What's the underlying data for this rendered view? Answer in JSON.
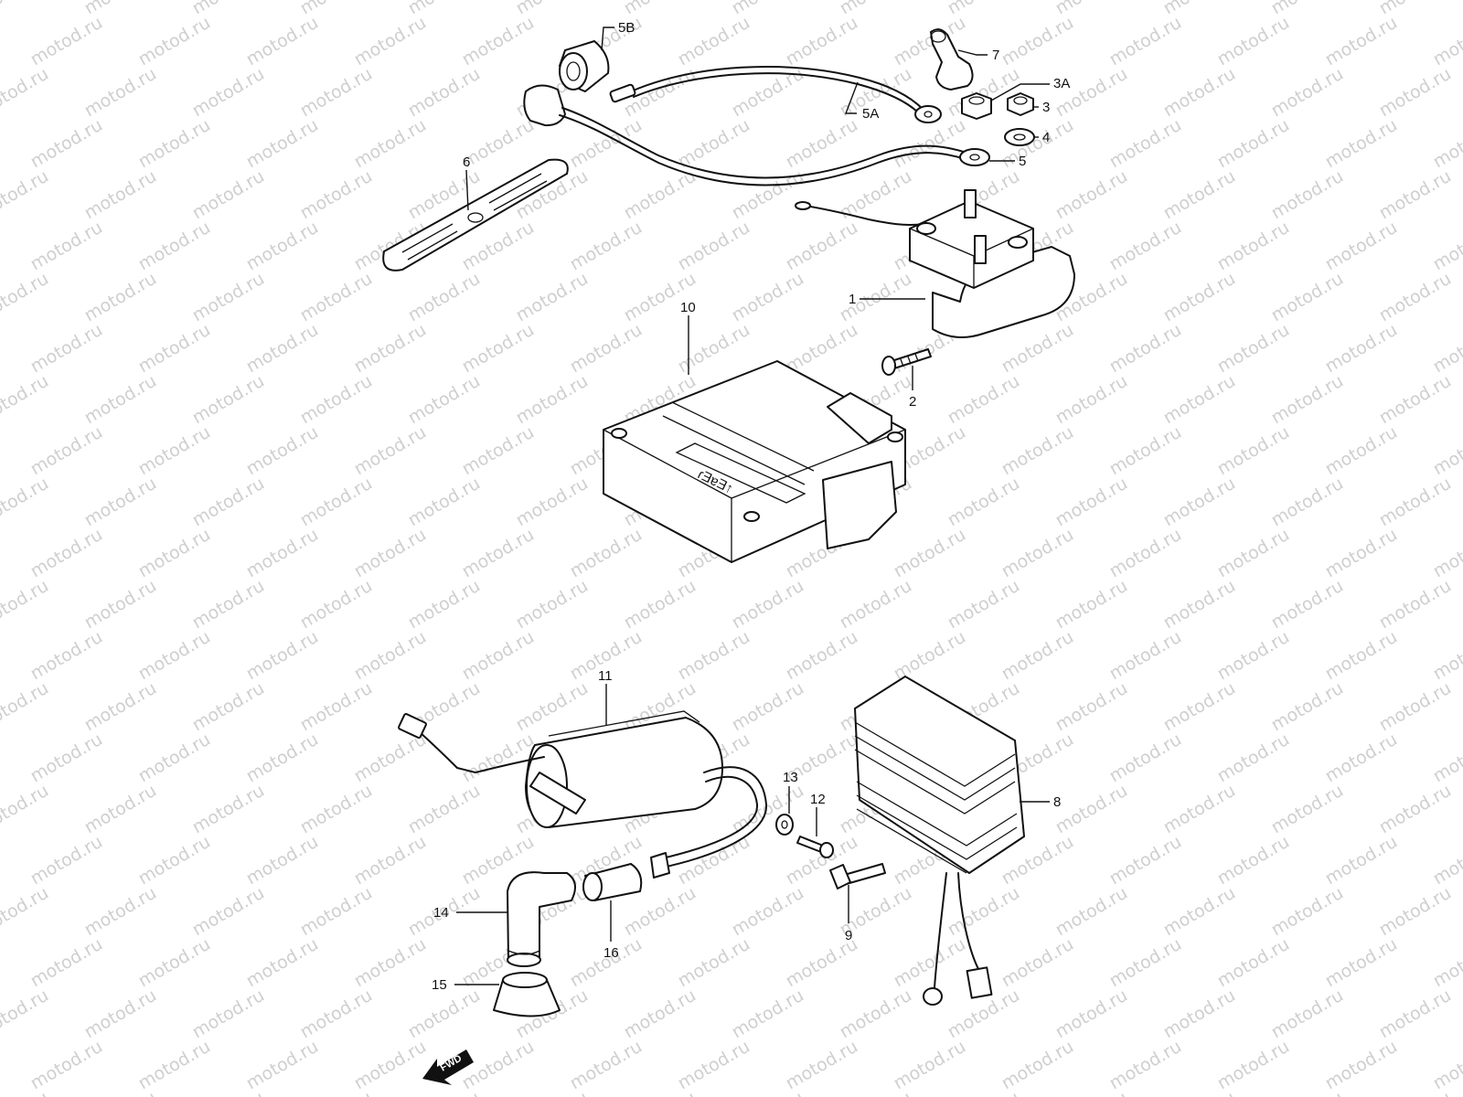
{
  "watermark": "motod.ru",
  "fwd_label": "FWD",
  "module_marking": "ɾƎɐƎ↑",
  "callouts": {
    "p1": "1",
    "p2": "2",
    "p3": "3",
    "p3a": "3A",
    "p4": "4",
    "p5": "5",
    "p5a": "5A",
    "p5b": "5B",
    "p6": "6",
    "p7": "7",
    "p8": "8",
    "p9": "9",
    "p10": "10",
    "p11": "11",
    "p12": "12",
    "p13": "13",
    "p14": "14",
    "p15": "15",
    "p16": "16"
  },
  "colors": {
    "line": "#111111",
    "watermark": "#cfcfcf",
    "background": "#ffffff"
  }
}
